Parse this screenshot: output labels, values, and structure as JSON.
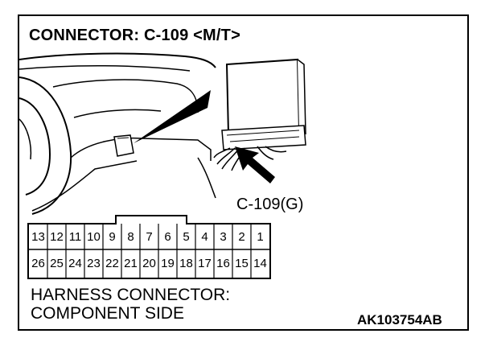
{
  "title": "CONNECTOR: C-109 <M/T>",
  "callout_label": "C-109(G)",
  "caption_line1": "HARNESS CONNECTOR:",
  "caption_line2": "COMPONENT SIDE",
  "figure_code": "AK103754AB",
  "connector": {
    "top_row": [
      "13",
      "12",
      "11",
      "10",
      "9",
      "8",
      "7",
      "6",
      "5",
      "4",
      "3",
      "2",
      "1"
    ],
    "bottom_row": [
      "26",
      "25",
      "24",
      "23",
      "22",
      "21",
      "20",
      "19",
      "18",
      "17",
      "16",
      "15",
      "14"
    ]
  }
}
